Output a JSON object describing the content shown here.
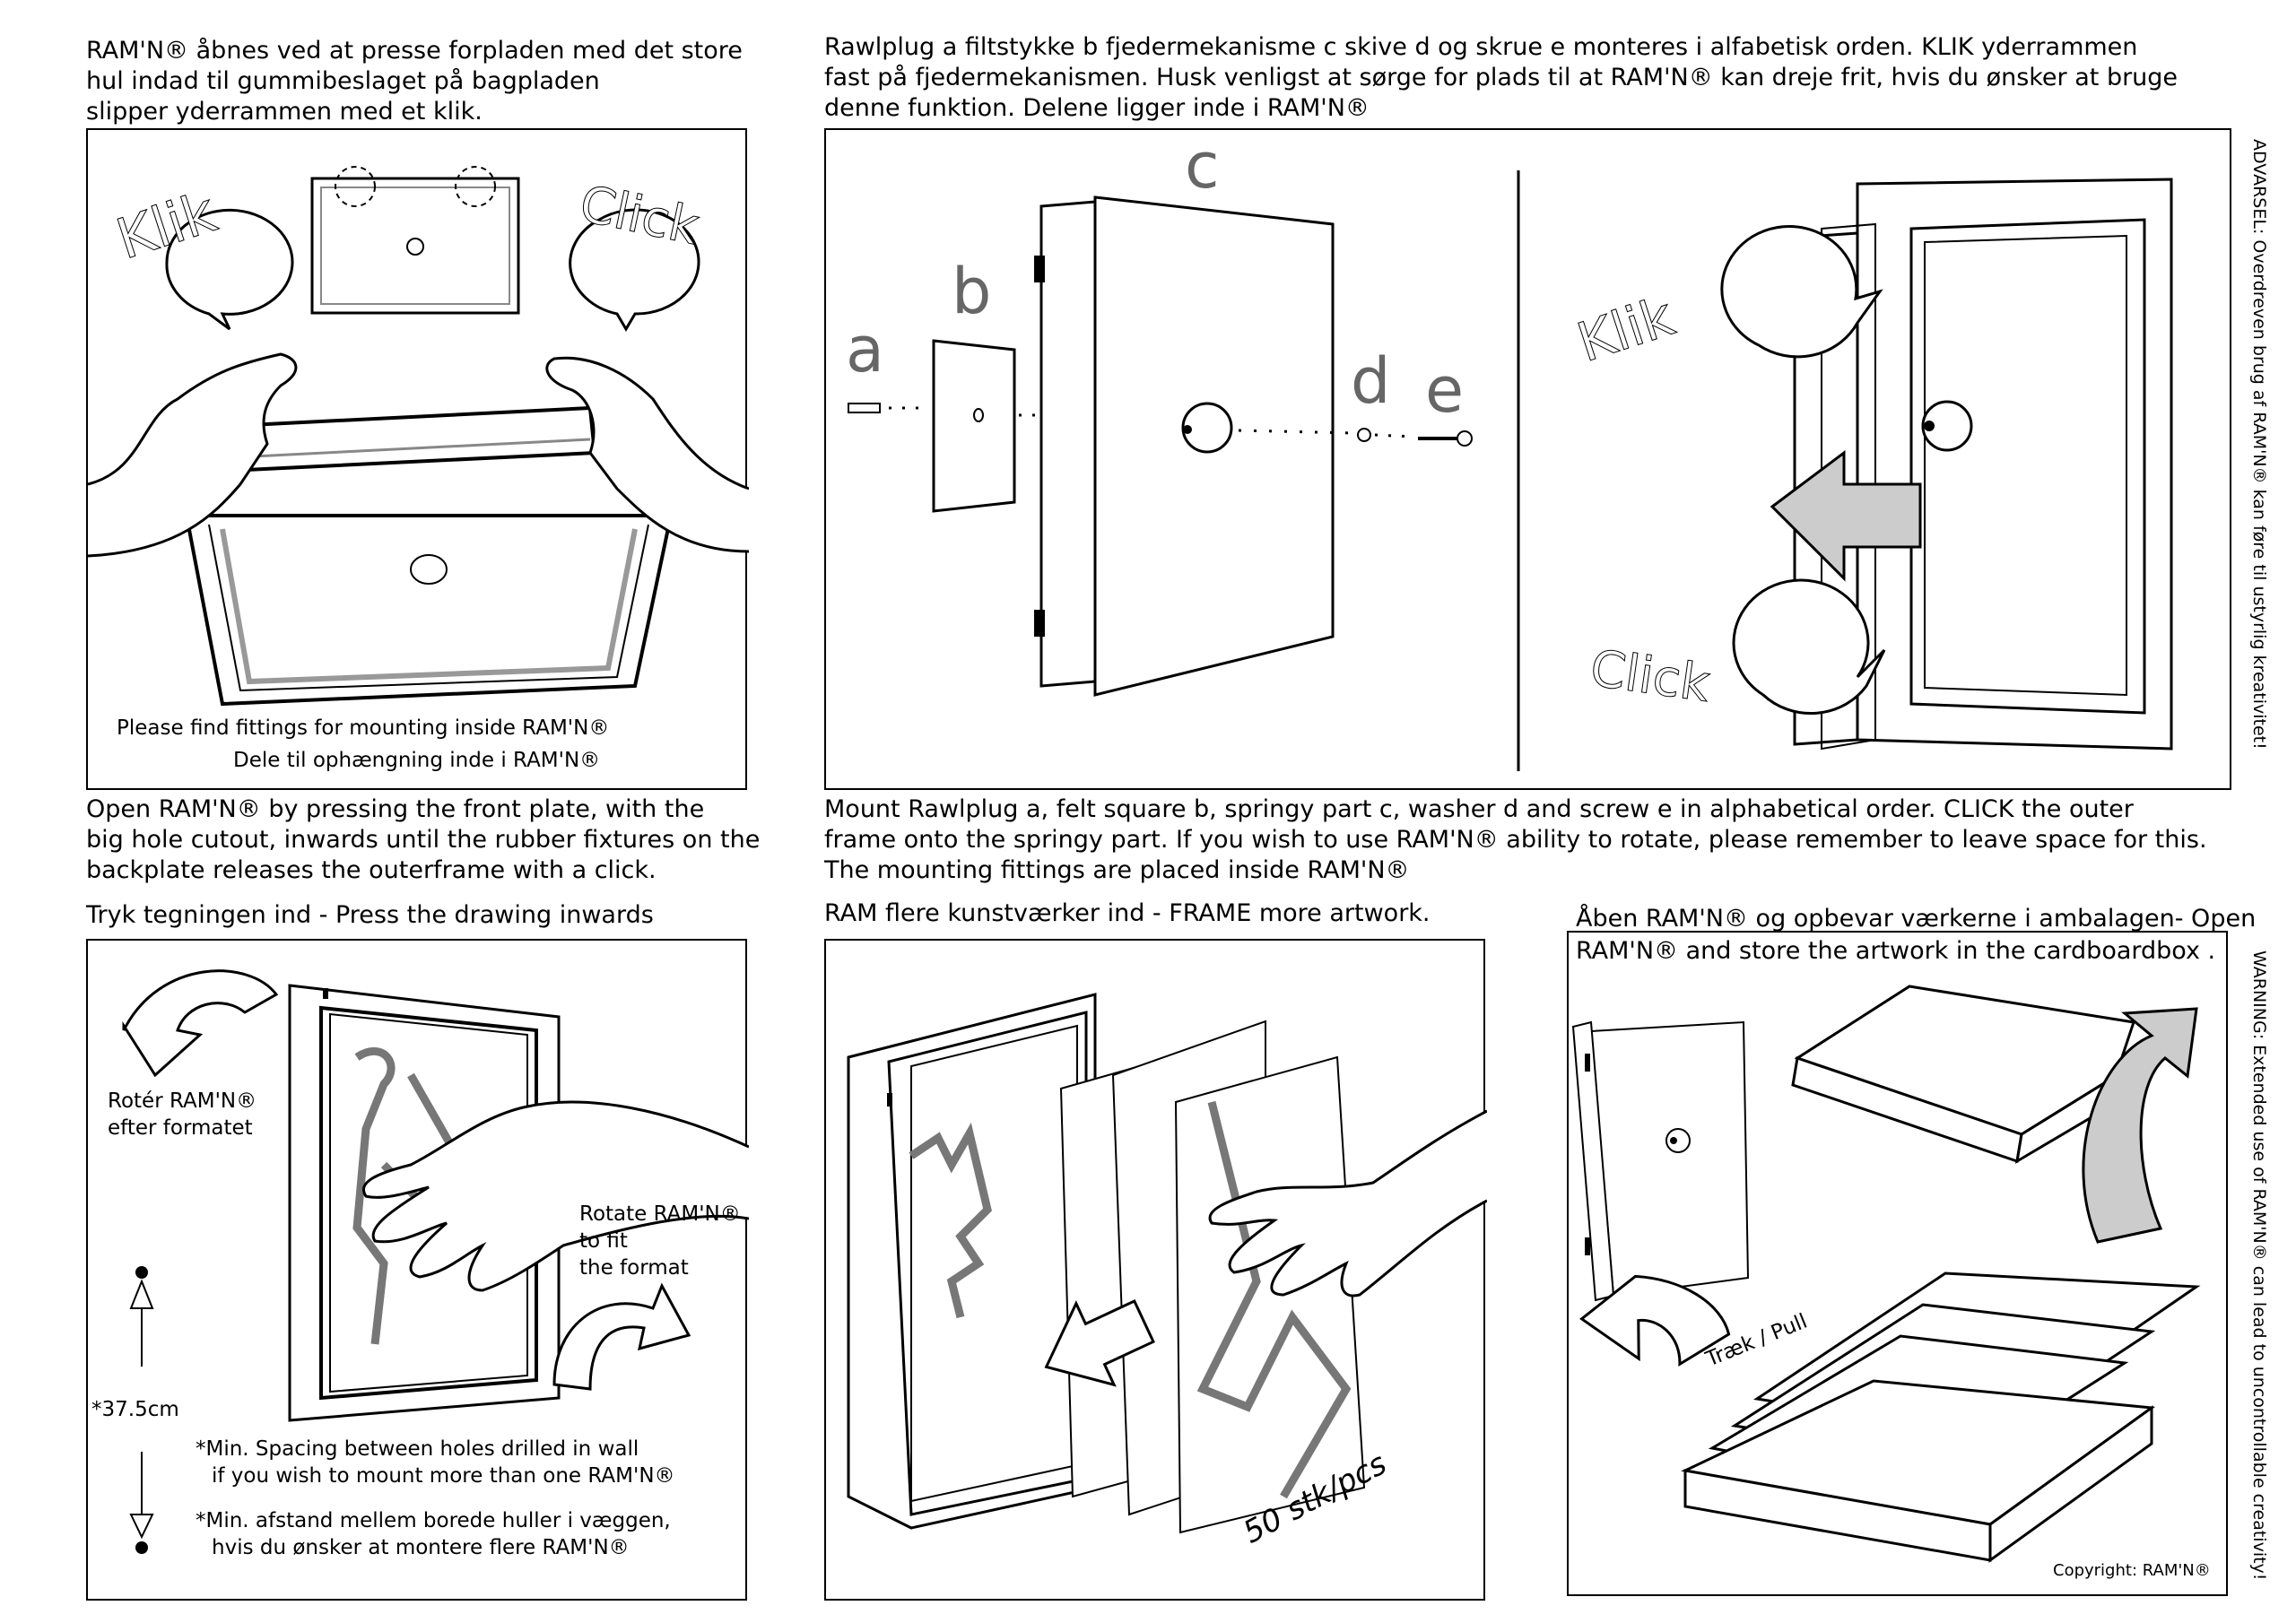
{
  "brand": "RAM'N",
  "sections": {
    "open_da": [
      "RAM'N® åbnes ved at presse forpladen med det store",
      "hul indad til gummibeslaget på bagpladen",
      "slipper yderrammen med et klik."
    ],
    "mount_da": [
      "Rawlplug a filtstykke b fjedermekanisme c skive d og skrue e monteres i alfabetisk orden.  KLIK yderrammen",
      "fast på fjedermekanismen. Husk venligst at sørge for plads til at RAM'N® kan dreje frit, hvis du ønsker at bruge",
      "denne funktion. Delene ligger inde i RAM'N®"
    ],
    "open_en": [
      "Open RAM'N® by pressing the front plate, with the",
      "big hole cutout, inwards until the rubber fixtures on the",
      "backplate releases the outerframe with a click."
    ],
    "mount_en": [
      "Mount Rawlplug a, felt square b, springy part c, washer d and screw e in alphabetical order. CLICK the outer",
      "frame onto the springy part. If you wish to use  RAM'N® ability to rotate, please remember to leave space for this.",
      "The mounting fittings are placed inside RAM'N®"
    ],
    "press_heading": "Tryk tegningen ind - Press the drawing inwards",
    "frame_heading": "RAM flere kunstværker ind - FRAME more artwork.",
    "store_heading": [
      "Åben RAM'N® og opbevar værkerne i ambalagen- Open",
      "RAM'N® and store the artwork in the cardboardbox ."
    ]
  },
  "panel1": {
    "klik": "Klik",
    "click": "Click",
    "fittings_en": "Please find fittings for mounting inside RAM'N®",
    "fittings_da": "Dele til ophængning inde i RAM'N®"
  },
  "panel2": {
    "labels": [
      "a",
      "b",
      "c",
      "d",
      "e"
    ],
    "klik": "Klik",
    "click": "Click"
  },
  "panel3": {
    "rotate_da": [
      "Rotér RAM'N®",
      "efter formatet"
    ],
    "rotate_en": [
      "Rotate RAM'N®",
      " to fit",
      "the format"
    ],
    "spacing": "*37.5cm",
    "note_en": [
      "*Min. Spacing between holes drilled in wall",
      "if you wish to mount more than one RAM'N®"
    ],
    "note_da": [
      "*Min. afstand mellem borede huller i væggen,",
      "hvis du ønsker at montere flere RAM'N®"
    ]
  },
  "panel4": {
    "count": "50 stk/pcs"
  },
  "panel5": {
    "pull": "Træk / Pull",
    "copyright": "Copyright: RAM'N®"
  },
  "side_warnings": {
    "da": "ADVARSEL: Overdreven brug af RAM'N® kan føre til ustyrlig kreativitet!",
    "en": "WARNING: Extended use of RAM'N® can lead to uncontrollable creativity!"
  }
}
